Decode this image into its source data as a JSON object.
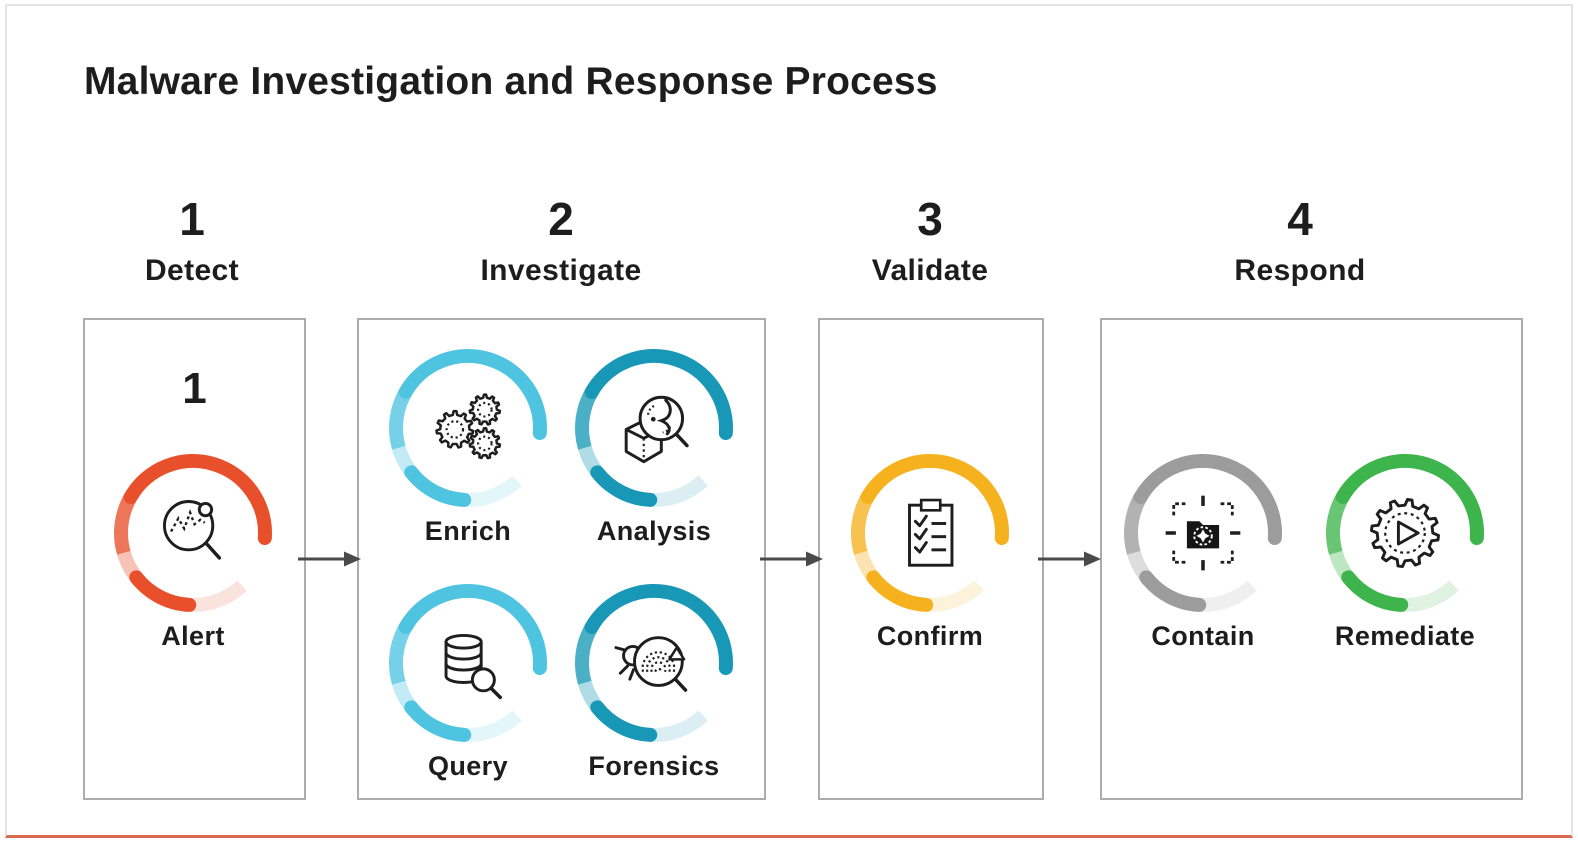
{
  "title": "Malware Investigation and Response Process",
  "steps": [
    {
      "number": "1",
      "label": "Detect",
      "inner_number": "1",
      "items": [
        {
          "label": "Alert",
          "icon": "search-activity-icon",
          "color": "#E8502B"
        }
      ]
    },
    {
      "number": "2",
      "label": "Investigate",
      "items": [
        {
          "label": "Enrich",
          "icon": "gears-icon",
          "color": "#4FC4E1"
        },
        {
          "label": "Analysis",
          "icon": "cube-search-icon",
          "color": "#1898B6"
        },
        {
          "label": "Query",
          "icon": "database-search-icon",
          "color": "#4FC4E1"
        },
        {
          "label": "Forensics",
          "icon": "bug-search-icon",
          "color": "#1898B6"
        }
      ]
    },
    {
      "number": "3",
      "label": "Validate",
      "items": [
        {
          "label": "Confirm",
          "icon": "checklist-icon",
          "color": "#F5B11E"
        }
      ]
    },
    {
      "number": "4",
      "label": "Respond",
      "items": [
        {
          "label": "Contain",
          "icon": "target-malware-icon",
          "color": "#9C9C9C"
        },
        {
          "label": "Remediate",
          "icon": "gear-play-icon",
          "color": "#3DB54C"
        }
      ]
    }
  ],
  "colors": {
    "arrow": "#4A4A4A",
    "box_border": "#ACACAC",
    "card_border": "#E4E4E4",
    "bottom_line": "#DC6A50",
    "text": "#1D1D1D",
    "icon_stroke": "#1E1E1E"
  }
}
